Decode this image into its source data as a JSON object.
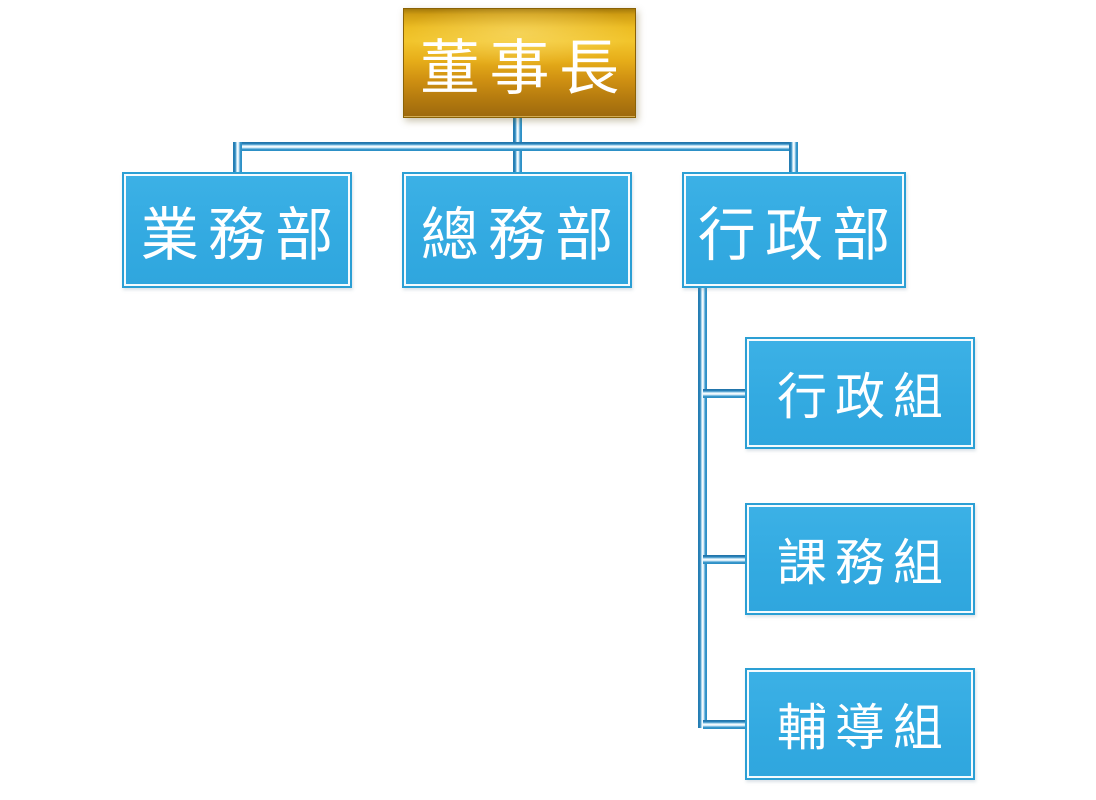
{
  "org_chart": {
    "type": "org-hierarchy",
    "root": {
      "label": "董事長"
    },
    "departments": [
      {
        "label": "業務部",
        "children": []
      },
      {
        "label": "總務部",
        "children": []
      },
      {
        "label": "行政部",
        "children": [
          {
            "label": "行政組"
          },
          {
            "label": "課務組"
          },
          {
            "label": "輔導組"
          }
        ]
      }
    ],
    "colors": {
      "root_fill_gold": "#e6ad19",
      "root_border": "#8a6206",
      "node_fill_blue": "#33aae1",
      "node_border_blue": "#2b9fd4",
      "node_inner_line": "#ffffff",
      "connector_blue": "#2d90c6",
      "connector_core": "#f2fafe",
      "text": "#ffffff",
      "background": "#ffffff"
    }
  }
}
